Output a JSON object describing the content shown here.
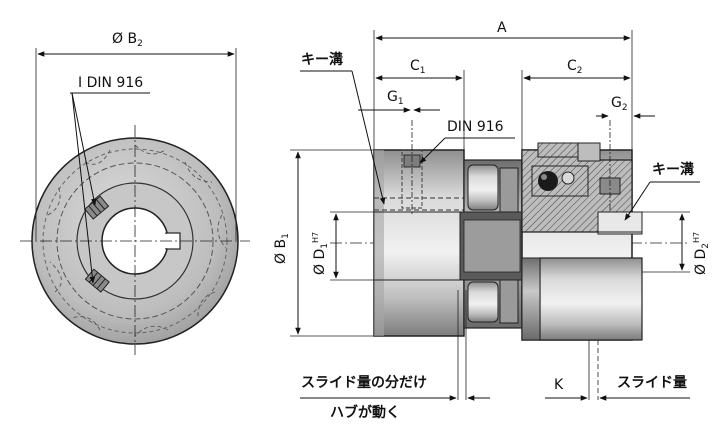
{
  "labels": {
    "b2": "Ø B",
    "b2_sub": "2",
    "din916_left": "I DIN 916",
    "a": "A",
    "c1": "C",
    "c1_sub": "1",
    "c2": "C",
    "c2_sub": "2",
    "g1": "G",
    "g1_sub": "1",
    "g2": "G",
    "g2_sub": "2",
    "keyway_left": "キー溝",
    "keyway_right": "キー溝",
    "din916_mid": "DIN 916",
    "b1": "Ø B",
    "b1_sub": "1",
    "d1": "Ø D",
    "d1_sub": "1",
    "d1_tol": "H7",
    "d2": "Ø D",
    "d2_sub": "2",
    "d2_tol": "H7",
    "slide_left": "スライド量の分だけ",
    "hub_moves": "ハブが動く",
    "k": "K",
    "slide_right": "スライド量"
  }
}
